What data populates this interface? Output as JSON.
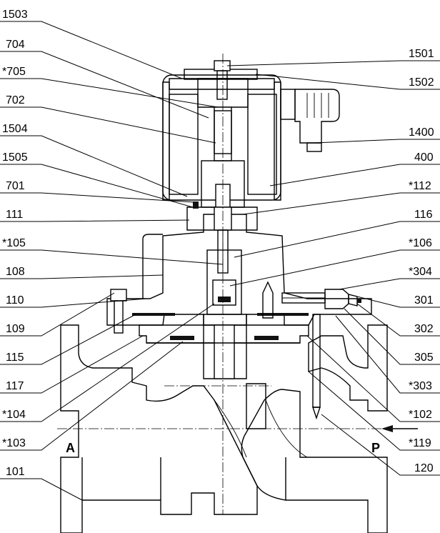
{
  "drawing": {
    "part_labels_left": [
      "1503",
      "704",
      "*705",
      "702",
      "1504",
      "1505",
      "701",
      "111",
      "*105",
      "108",
      "110",
      "109",
      "115",
      "117",
      "*104",
      "*103",
      "101"
    ],
    "part_labels_right": [
      "1501",
      "1502",
      "1400",
      "400",
      "*112",
      "116",
      "*106",
      "*304",
      "301",
      "302",
      "305",
      "*303",
      "*102",
      "*119",
      "120"
    ],
    "port_labels": {
      "inlet": "A",
      "outlet": "P"
    }
  }
}
